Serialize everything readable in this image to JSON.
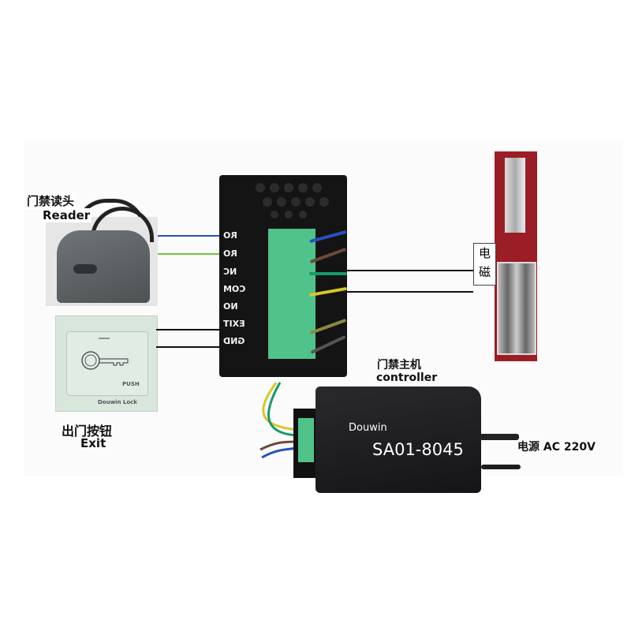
{
  "reader": {
    "label_cn": "门禁读头",
    "label_en": "Reader"
  },
  "exit_button": {
    "label_cn": "出门按钮",
    "label_en": "Exit",
    "push_text": "PUSH",
    "brand_text": "Douwin Lock"
  },
  "terminal": {
    "pins": [
      "RO",
      "RO",
      "NC",
      "COM",
      "NO",
      "EXIT",
      "GND"
    ]
  },
  "lock": {
    "label_cn": "电磁"
  },
  "controller": {
    "label_cn": "门禁主机",
    "label_en": "controller",
    "brand": "Douwin",
    "model": "SA01-8045"
  },
  "power": {
    "label": "电源 AC 220V"
  },
  "colors": {
    "wire_blue": "#2a4fc0",
    "wire_green": "#6cc83a",
    "terminal_green": "#4fc38a",
    "lock_red": "#9b1d25"
  }
}
